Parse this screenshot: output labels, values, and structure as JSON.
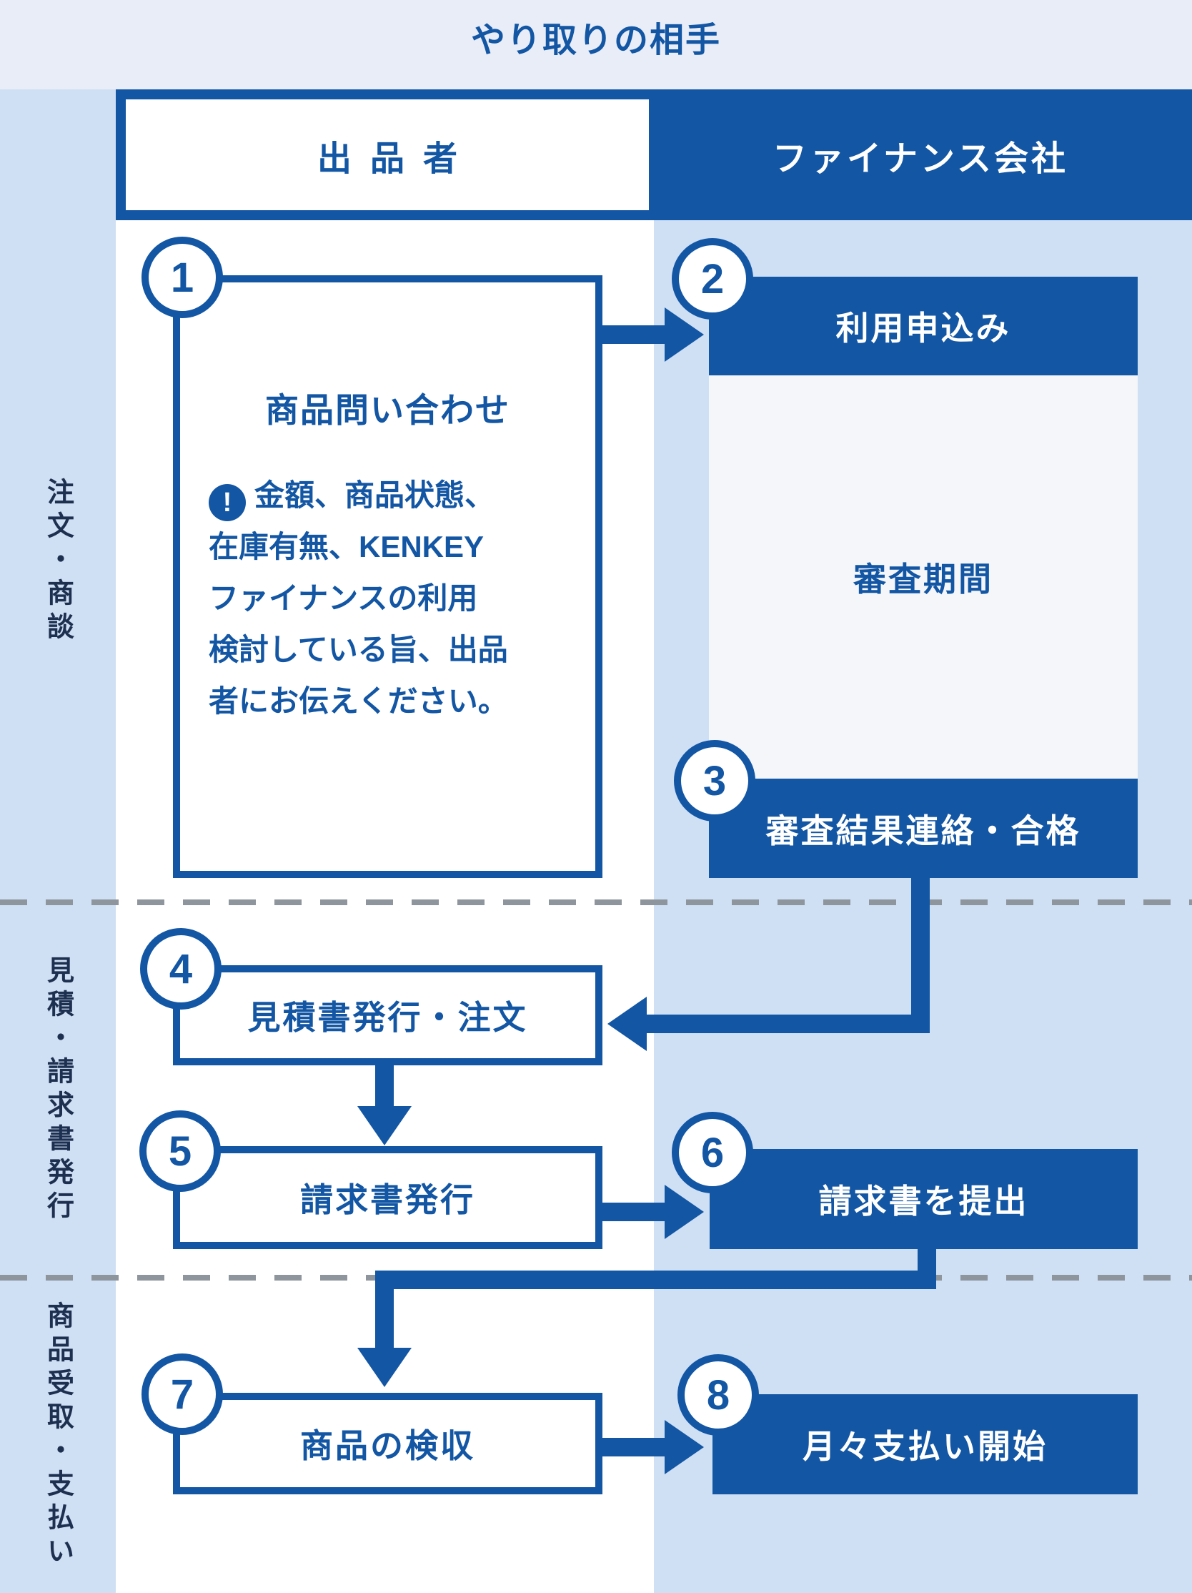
{
  "colors": {
    "primary": "#1356a4",
    "light_blue": "#cfe0f4",
    "lavender": "#e8edf7",
    "panel_bg": "#f5f6f9",
    "dash_gray": "#8e959d",
    "sidebar_text": "#1e3050"
  },
  "header": {
    "title": "やり取りの相手",
    "column_seller": "出品者",
    "column_finance": "ファイナンス会社"
  },
  "phases": [
    {
      "label": "注文・商談"
    },
    {
      "label": "見積・請求書発行"
    },
    {
      "label": "商品受取・支払い"
    }
  ],
  "steps": {
    "s1": {
      "num": "1",
      "title": "商品問い合わせ",
      "note_icon": "!",
      "note_lines": [
        "金額、商品状態、",
        "在庫有無、KENKEY",
        "ファイナンスの利用",
        "検討している旨、出品",
        "者にお伝えください。"
      ]
    },
    "s2": {
      "num": "2",
      "label": "利用申込み"
    },
    "exam": {
      "label": "審査期間"
    },
    "s3": {
      "num": "3",
      "label": "審査結果連絡・合格"
    },
    "s4": {
      "num": "4",
      "label": "見積書発行・注文"
    },
    "s5": {
      "num": "5",
      "label": "請求書発行"
    },
    "s6": {
      "num": "6",
      "label": "請求書を提出"
    },
    "s7": {
      "num": "7",
      "label": "商品の検収"
    },
    "s8": {
      "num": "8",
      "label": "月々支払い開始"
    }
  }
}
